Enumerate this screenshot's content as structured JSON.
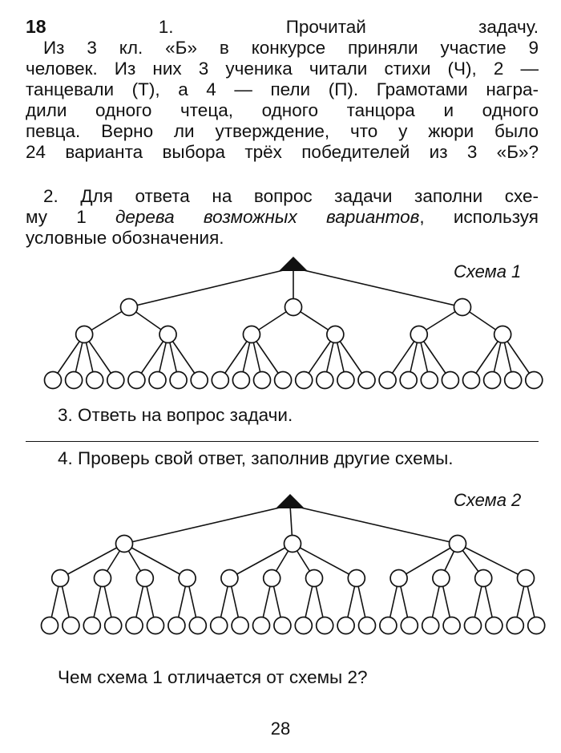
{
  "task": {
    "number": "18",
    "step1_lines": [
      "1. Прочитай задачу.",
      "Из 3 кл. «Б» в конкурсе приняли участие 9",
      "человек. Из них 3 ученика читали стихи (Ч), 2 —",
      "танцевали (Т), а 4 — пели (П). Грамотами награ-",
      "дили одного чтеца, одного танцора и одного",
      "певца. Верно ли утверждение, что у жюри было",
      "24 варианта выбора трёх победителей из 3 «Б»?"
    ],
    "step2": {
      "line1": "2. Для ответа на вопрос задачи заполни схе-",
      "line2_start": "му 1 ",
      "line2_italic": "дерева возможных вариантов",
      "line2_end": ", используя",
      "line3": "условные обозначения."
    },
    "scheme1_label": "Схема 1",
    "step3": "3. Ответь на вопрос задачи.",
    "step4": "4. Проверь свой ответ, заполнив другие схемы.",
    "scheme2_label": "Схема 2",
    "question": "Чем схема 1 отличается от схемы 2?"
  },
  "page_number": "28"
}
